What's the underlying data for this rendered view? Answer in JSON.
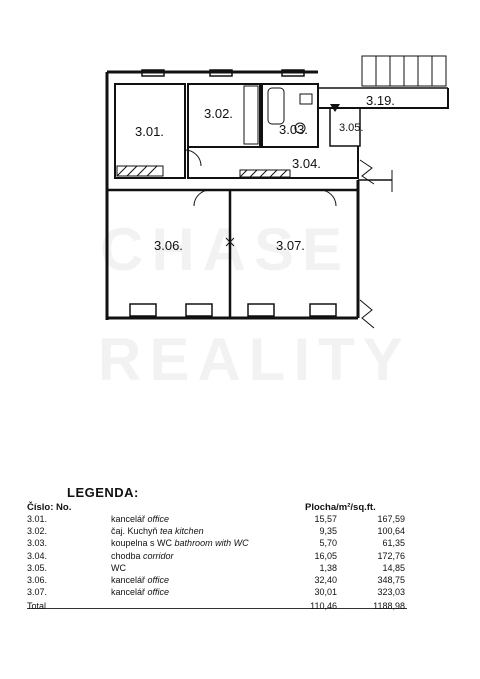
{
  "rooms": [
    {
      "id": "3.01."
    },
    {
      "id": "3.02."
    },
    {
      "id": "3.03."
    },
    {
      "id": "3.04."
    },
    {
      "id": "3.05."
    },
    {
      "id": "3.06."
    },
    {
      "id": "3.07."
    },
    {
      "id": "3.19."
    }
  ],
  "watermark": {
    "line1": "CHASE",
    "line2": "REALITY"
  },
  "legend": {
    "title": "LEGENDA:",
    "col_no": "Číslo: No.",
    "col_area": "Plocha/m²/sq.ft.",
    "rows": [
      {
        "no": "3.01.",
        "name_cz": "kancelář",
        "name_en": "office",
        "m2": "15,57",
        "sqft": "167,59"
      },
      {
        "no": "3.02.",
        "name_cz": "čaj. Kuchyň",
        "name_en": "tea kitchen",
        "m2": "9,35",
        "sqft": "100,64"
      },
      {
        "no": "3.03.",
        "name_cz": "koupelna s WC",
        "name_en": "bathroom with WC",
        "m2": "5,70",
        "sqft": "61,35"
      },
      {
        "no": "3.04.",
        "name_cz": "chodba",
        "name_en": "corridor",
        "m2": "16,05",
        "sqft": "172,76"
      },
      {
        "no": "3.05.",
        "name_cz": "WC",
        "name_en": "",
        "m2": "1,38",
        "sqft": "14,85"
      },
      {
        "no": "3.06.",
        "name_cz": "kancelář",
        "name_en": "office",
        "m2": "32,40",
        "sqft": "348,75"
      },
      {
        "no": "3.07.",
        "name_cz": "kancelář",
        "name_en": "office",
        "m2": "30,01",
        "sqft": "323,03"
      }
    ],
    "total": {
      "label": "Total",
      "m2": "110,46",
      "sqft": "1188,98"
    }
  }
}
